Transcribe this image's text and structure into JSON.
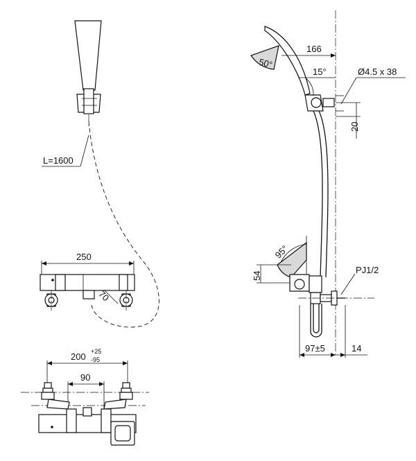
{
  "labels": {
    "hose_length": "L=1600",
    "body_width": "250",
    "body_depth": "70",
    "mount_spacing_main": "200",
    "mount_spacing_tol_plus": "+25",
    "mount_spacing_tol_minus": "-95",
    "inner_spacing": "90",
    "rail_offset": "166",
    "head_angle": "50°",
    "tilt_angle": "15°",
    "screw_spec": "Ø4.5 x 38",
    "bracket_height": "20",
    "lever_angle": "95°",
    "lever_height": "54",
    "pipe_thread": "PJ1/2",
    "wall_offset": "97±5",
    "flange": "14"
  }
}
